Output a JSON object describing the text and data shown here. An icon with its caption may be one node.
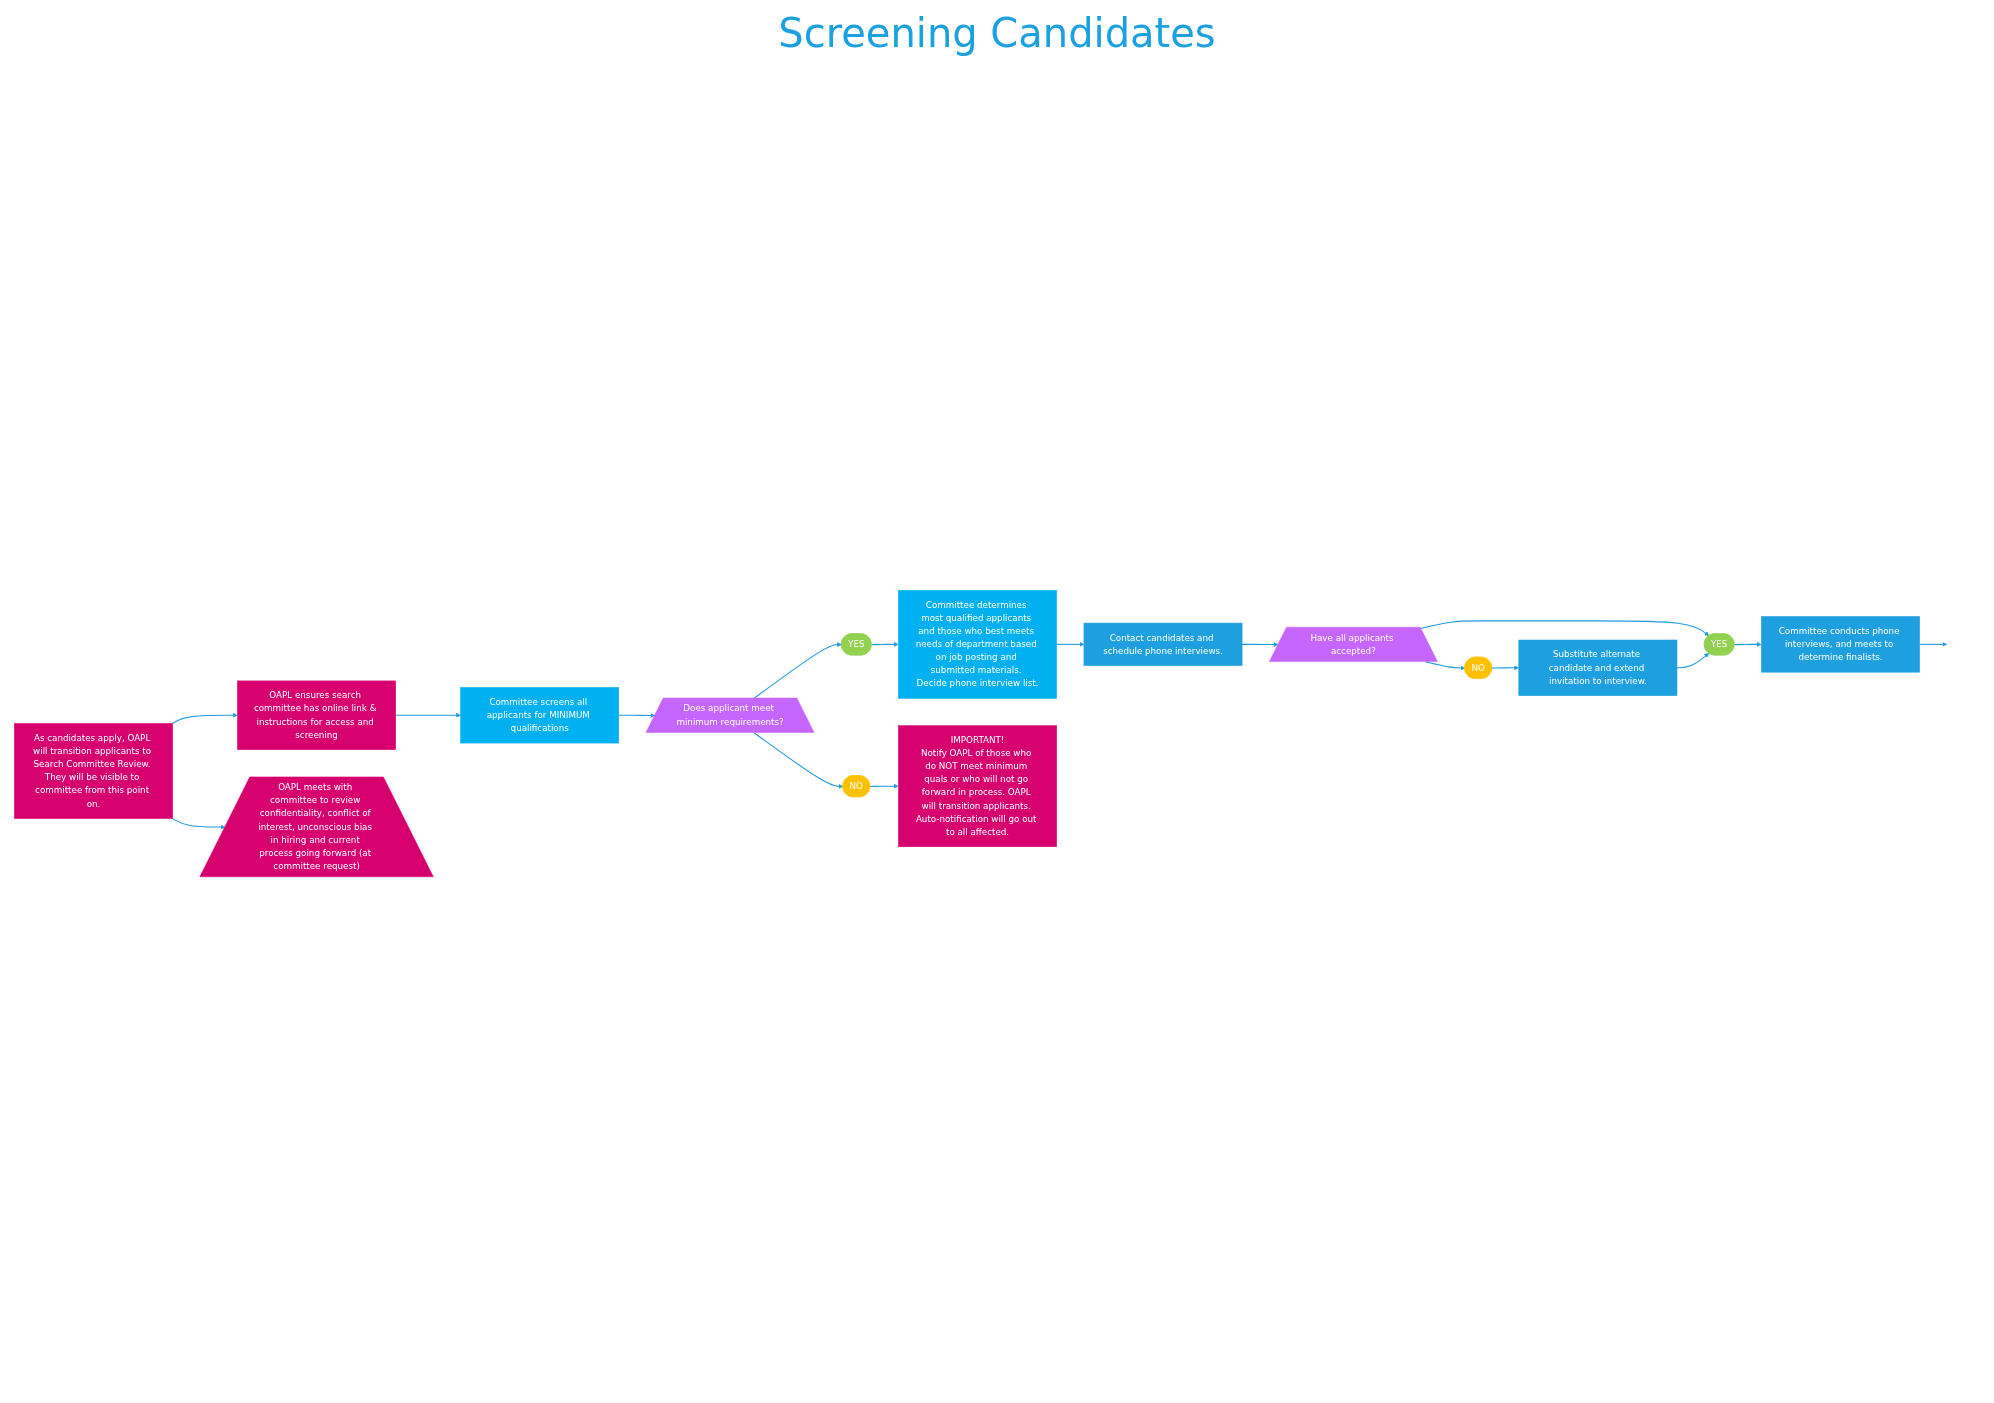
{
  "diagram": {
    "title": "Screening Candidates",
    "nodes": [
      {
        "text": [
          "As candidates apply, OAPL will transition applicants to Search Committee Review. They will be visible to committee from this point on."
        ]
      },
      {
        "text": [
          "OAPL ensures search committee has online link & instructions for access and screening"
        ]
      },
      {
        "text": [
          "Committee screens all applicants for MINIMUM qualifications"
        ]
      },
      {
        "text": [
          "Does applicant meet minimum requirements?"
        ]
      },
      {
        "text": [
          "YES"
        ]
      },
      {
        "text": [
          "Committee determines most qualified applicants and those who best meets needs of department based on job posting and submitted materials. Decide phone interview list."
        ]
      },
      {
        "text": [
          "Contact candidates and schedule phone interviews."
        ]
      },
      {
        "text": [
          "Have all applicants accepted?"
        ]
      },
      {
        "text": [
          "NO"
        ]
      },
      {
        "text": [
          "IMPORTANT!",
          "Notify OAPL of those who do NOT meet minimum quals or who will not go forward in process. OAPL will transition applicants. Auto-notification will go out to all affected."
        ]
      },
      {
        "text": [
          "OAPL meets with committee to review confidentiality, conflict of interest, unconscious bias in hiring and current process going forward (at committee request)"
        ]
      },
      {
        "text": [
          "NO"
        ]
      },
      {
        "text": [
          "YES"
        ]
      },
      {
        "text": [
          "Substitute alternate candidate and extend invitation to interview."
        ]
      },
      {
        "text": [
          "Committee conducts phone interviews, and meets to determine finalists."
        ]
      }
    ],
    "edges": [
      {
        "from": 0,
        "to": 1,
        "arrow": "to"
      },
      {
        "from": 1,
        "to": 2,
        "arrow": "to"
      },
      {
        "from": 2,
        "to": 3,
        "arrow": "to"
      },
      {
        "from": 3,
        "to": 4,
        "arrow": "to"
      },
      {
        "from": 4,
        "to": 5,
        "arrow": "to"
      },
      {
        "from": 5,
        "to": 6,
        "arrow": "to"
      },
      {
        "from": 6,
        "to": 7,
        "arrow": "to"
      },
      {
        "from": 3,
        "to": 8,
        "arrow": "to"
      },
      {
        "from": 8,
        "to": 9,
        "arrow": "to"
      },
      {
        "from": 0,
        "to": 10,
        "arrow": "to"
      },
      {
        "from": 7,
        "to": 11,
        "arrow": "to"
      },
      {
        "from": 7,
        "to": 12,
        "arrow": "to"
      },
      {
        "from": 11,
        "to": 13,
        "arrow": "to"
      },
      {
        "from": 13,
        "to": 12,
        "arrow": "to"
      },
      {
        "from": 12,
        "to": 14,
        "arrow": "to"
      },
      {
        "from": 14,
        "to": null,
        "arrow": "to"
      }
    ]
  }
}
